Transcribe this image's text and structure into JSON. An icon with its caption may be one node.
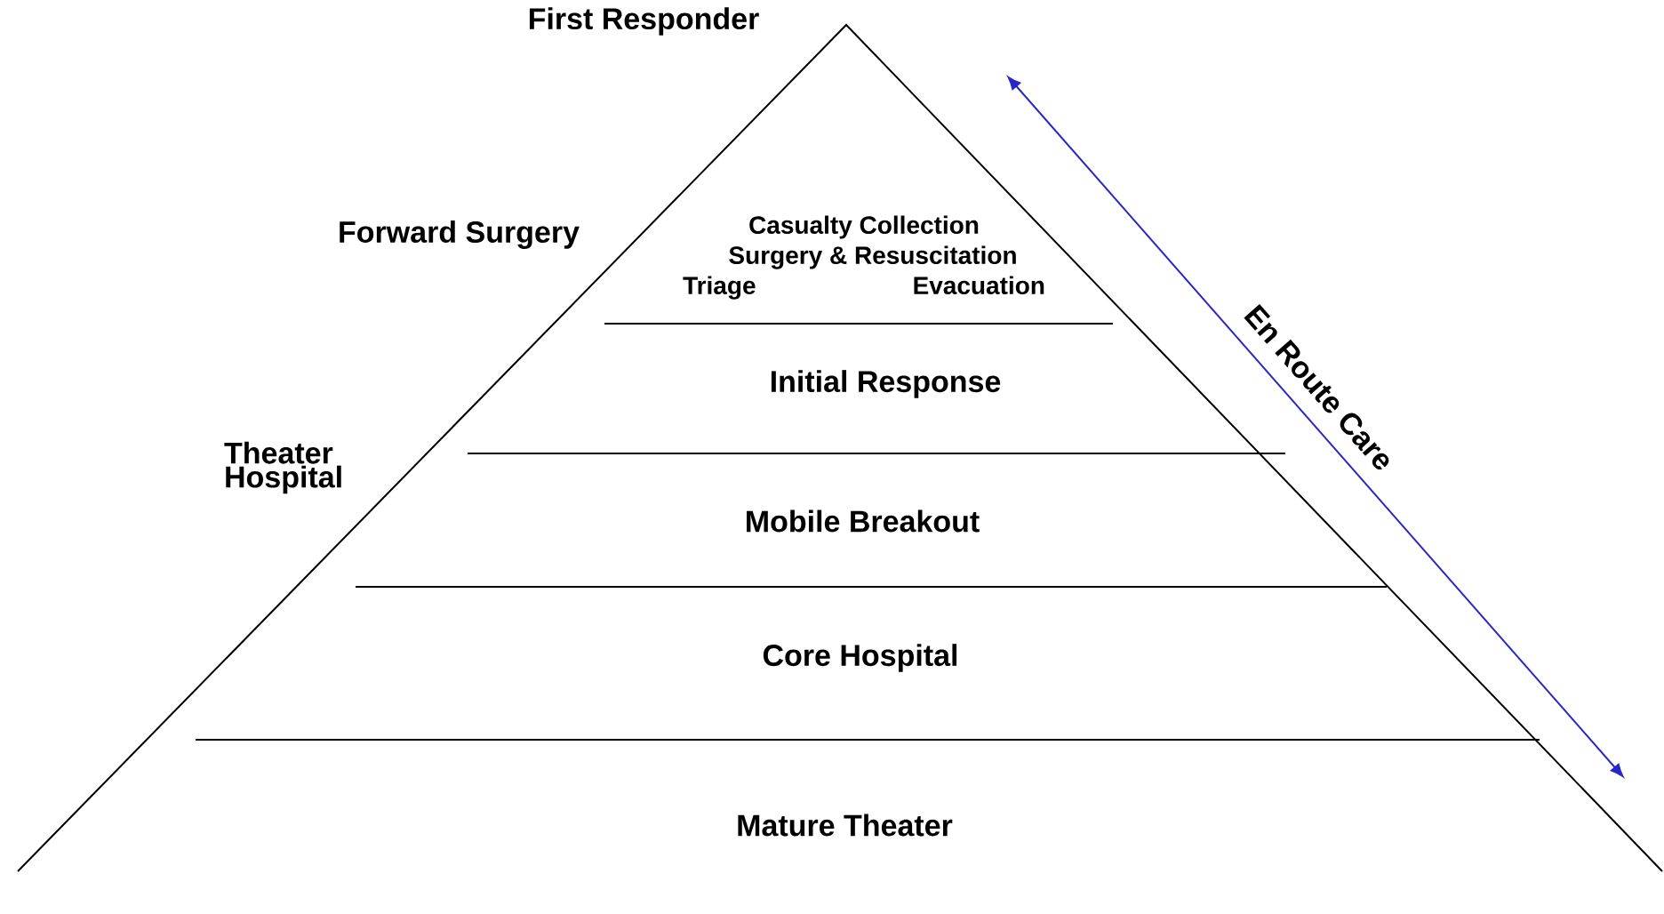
{
  "diagram": {
    "nodes": [
      {
        "text": [
          "Casualty Collection",
          "Surgery & Resuscitation",
          "Triage",
          "Evacuation"
        ]
      },
      {
        "text": [
          "Initial Response"
        ]
      },
      {
        "text": [
          "Mobile Breakout"
        ]
      },
      {
        "text": [
          "Core Hospital"
        ]
      },
      {
        "text": [
          "Mature Theater"
        ]
      }
    ],
    "labels": [
      "First Responder",
      "Forward Surgery",
      "Theater Hospital",
      "En Route Care"
    ]
  }
}
